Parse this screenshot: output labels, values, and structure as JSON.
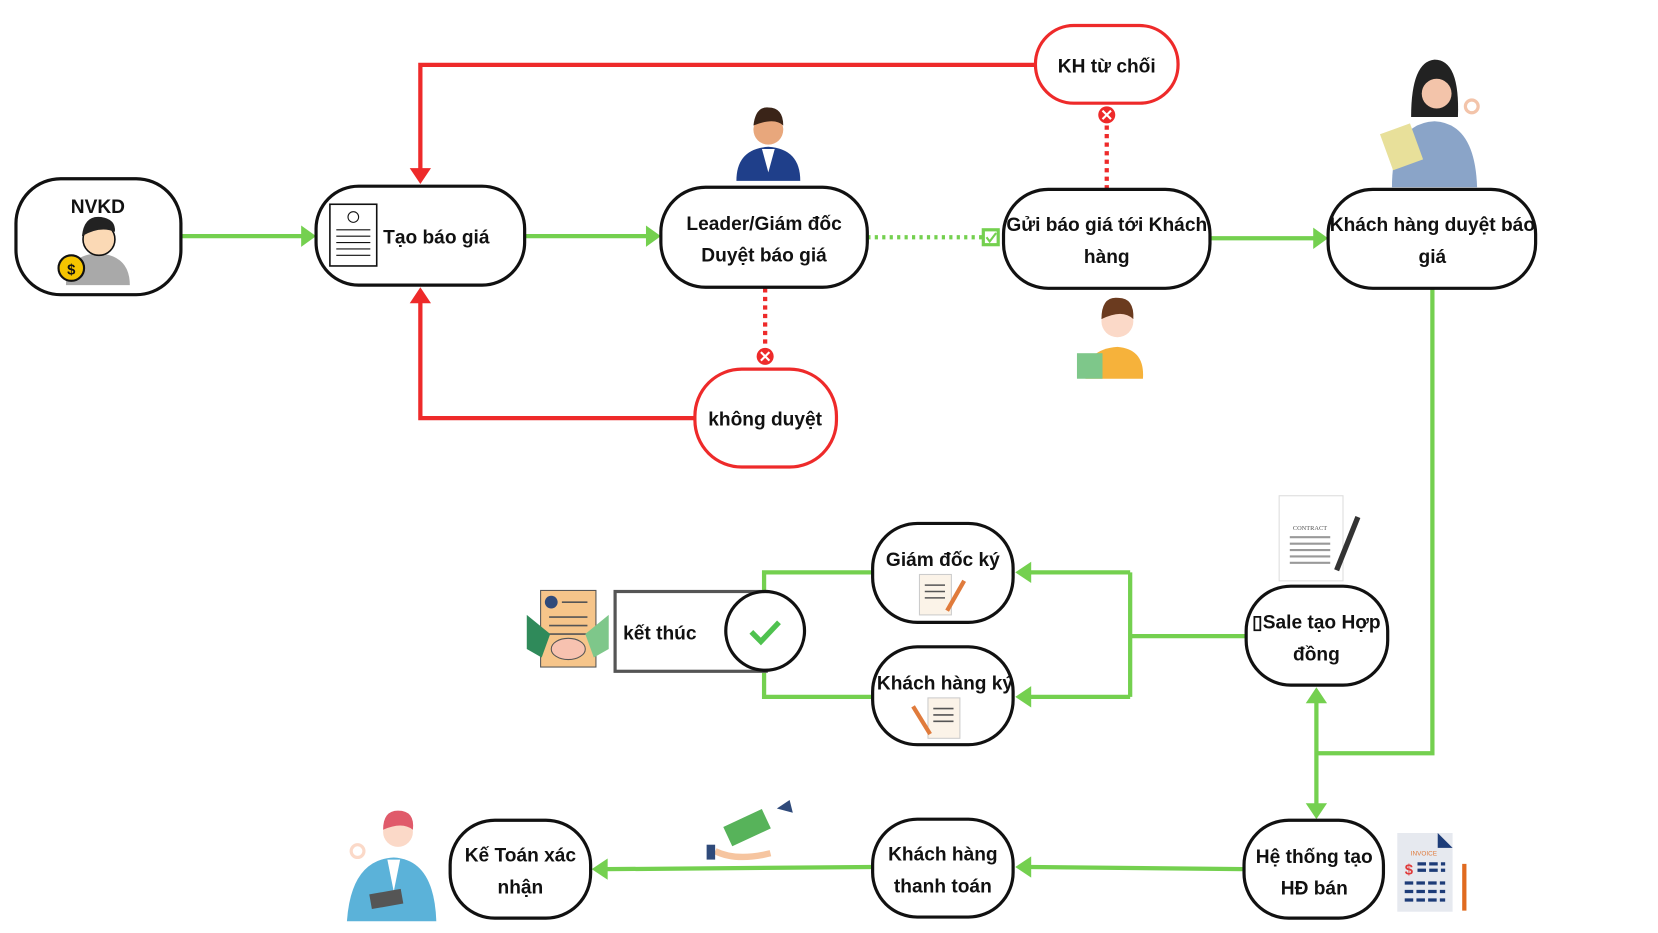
{
  "colors": {
    "flow": "#74d04f",
    "reject": "#ee2a2a",
    "box_border": "#111111"
  },
  "nodes": {
    "nvkd": "NVKD",
    "tao_bao_gia": "Tạo báo giá",
    "leader_1": "Leader/Giám đốc",
    "leader_2": "Duyệt báo giá",
    "gui_1": "Gửi báo giá tới Khách",
    "gui_2": "hàng",
    "kh_duyet_1": "Khách hàng duyệt báo",
    "kh_duyet_2": "giá",
    "kh_tu_choi": "KH từ chối",
    "khong_duyet": "không duyệt",
    "sale_1": "▯Sale tạo Hợp",
    "sale_2": "đồng",
    "giam_doc_ky": "Giám đốc ký",
    "khach_hang_ky": "Khách hàng ký",
    "ket_thuc": "kết thúc",
    "he_thong_1": "Hệ thống tạo",
    "he_thong_2": "HĐ bán",
    "thanh_toan_1": "Khách hàng",
    "thanh_toan_2": "thanh toán",
    "ke_toan_1": "Kế Toán xác",
    "ke_toan_2": "nhận"
  },
  "illustrations": {
    "contract": "CONTRACT",
    "invoice": "INVOICE"
  }
}
